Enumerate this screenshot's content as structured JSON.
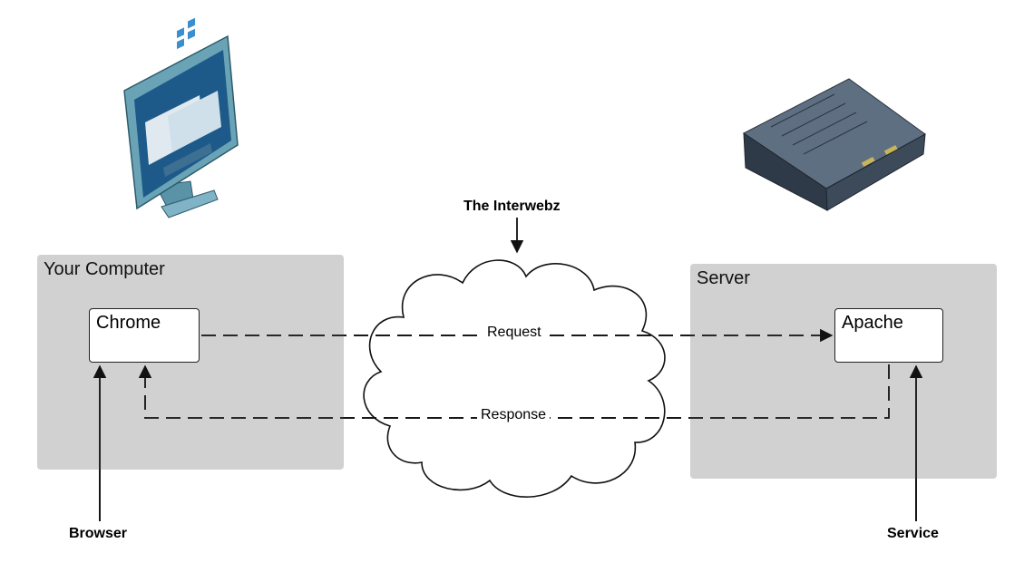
{
  "zones": {
    "computer": "Your Computer",
    "server": "Server"
  },
  "nodes": {
    "chrome": "Chrome",
    "apache": "Apache"
  },
  "edges": {
    "request": "Request",
    "response": "Response"
  },
  "annotations": {
    "cloud": "The Interwebz",
    "browser": "Browser",
    "service": "Service"
  },
  "icons": {
    "computer": "desktop-monitor-icon",
    "server": "rack-server-icon"
  },
  "colors": {
    "zone_fill": "#d1d1d1",
    "line": "#111111"
  }
}
